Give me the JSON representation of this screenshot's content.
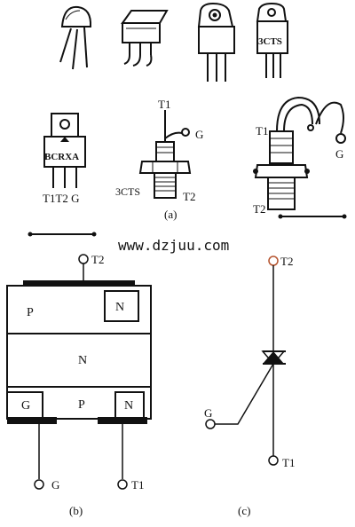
{
  "watermark": "www.dzjuu.com",
  "captions": {
    "a": "(a)",
    "b": "(b)",
    "c": "(c)"
  },
  "packages": {
    "p4_marking": "3CTS",
    "p5_marking": "BCRXA",
    "p5_pins": "T1T2 G",
    "stud1": {
      "t1": "T1",
      "g": "G",
      "marking": "3CTS",
      "t2": "T2"
    },
    "stud2": {
      "t1": "T1",
      "g": "G",
      "t2": "T2"
    }
  },
  "structure": {
    "layers": {
      "top_p": "P",
      "top_n": "N",
      "middle_n": "N",
      "gate_g": "G",
      "bottom_p": "P",
      "bottom_n": "N"
    },
    "terminals": {
      "t2": "T2",
      "g": "G",
      "t1": "T1"
    }
  },
  "symbol": {
    "t2": "T2",
    "g": "G",
    "t1": "T1"
  },
  "colors": {
    "ink": "#111111",
    "terminal_t2_symbol": "#b5532e"
  }
}
